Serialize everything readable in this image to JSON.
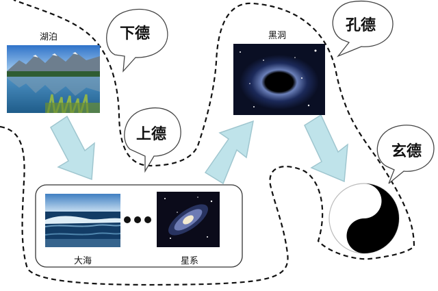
{
  "nodes": {
    "lake": {
      "label": "湖泊"
    },
    "ocean": {
      "label": "大海"
    },
    "galaxy": {
      "label": "星系"
    },
    "blackhole": {
      "label": "黑洞"
    }
  },
  "bubbles": {
    "xiade": "下德",
    "shangde": "上德",
    "kongde": "孔德",
    "xuande": "玄德"
  },
  "colors": {
    "arrow_fill": "#bfe3ea",
    "arrow_stroke": "#9fc6cf",
    "line": "#111111"
  }
}
